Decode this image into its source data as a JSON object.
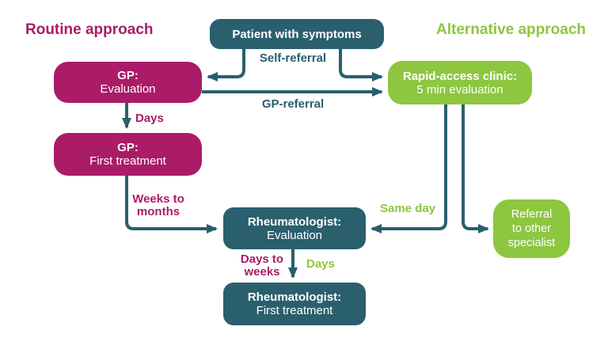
{
  "colors": {
    "teal": "#2a5f6e",
    "magenta": "#aa1b68",
    "green": "#8dc63f"
  },
  "titles": {
    "routine": "Routine approach",
    "alternative": "Alternative approach"
  },
  "boxes": {
    "patient": {
      "line1": "Patient with symptoms"
    },
    "gp_evaluation": {
      "line1": "GP:",
      "line2": "Evaluation"
    },
    "gp_first_treatment": {
      "line1": "GP:",
      "line2": "First treatment"
    },
    "rapid_access": {
      "line1": "Rapid-access clinic:",
      "line2": "5 min evaluation"
    },
    "rheumatologist_evaluation": {
      "line1": "Rheumatologist:",
      "line2": "Evaluation"
    },
    "rheumatologist_first_treatment": {
      "line1": "Rheumatologist:",
      "line2": "First treatment"
    },
    "referral_specialist": {
      "line1": "Referral",
      "line2": "to other",
      "line3": "specialist"
    }
  },
  "edge_labels": {
    "self_referral": "Self-referral",
    "gp_referral": "GP-referral",
    "days_routine": "Days",
    "weeks_to_months_line1": "Weeks to",
    "weeks_to_months_line2": "months",
    "same_day": "Same day",
    "days_to_weeks_line1": "Days to",
    "days_to_weeks_line2": "weeks",
    "days_alternative": "Days"
  }
}
